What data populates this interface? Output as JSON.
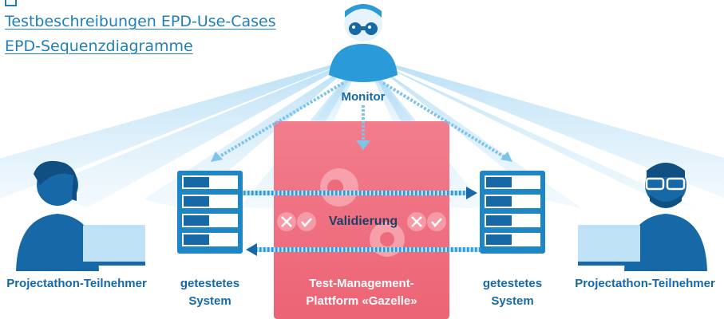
{
  "links": {
    "test_descriptions": "Testbeschreibungen EPD-Use-Cases",
    "sequence_diagrams": "EPD-Sequenzdiagramme"
  },
  "diagram": {
    "monitor_label": "Monitor",
    "validation_label": "Validierung",
    "platform_label_line1": "Test-Management-",
    "platform_label_line2": "Plattform «Gazelle»",
    "participant_left_label": "Projectathon-Teilnehmer",
    "participant_right_label": "Projectathon-Teilnehmer",
    "system_left_line1": "getestetes",
    "system_left_line2": "System",
    "system_right_line1": "getestetes",
    "system_right_line2": "System"
  },
  "colors": {
    "primary_blue": "#1668a6",
    "light_blue": "#2a9ad8",
    "platform_red": "#ee6b7b",
    "link_blue": "#1f7fb8"
  }
}
